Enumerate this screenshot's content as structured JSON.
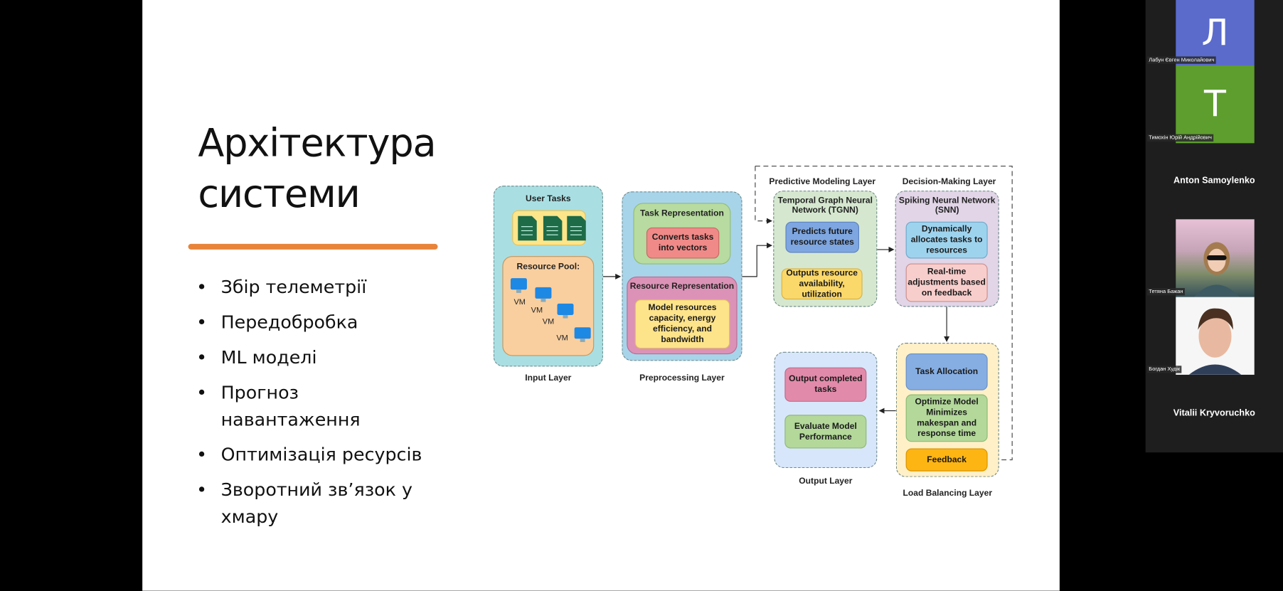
{
  "slide": {
    "title_lines": [
      "Архітектура",
      "системи"
    ],
    "accent_color": "#e8843a",
    "bullets": [
      "Збір телеметрії",
      "Передобробка",
      "ML моделі",
      "Прогноз навантаження",
      "Оптимізація ресурсів",
      "Зворотний зв’язок у хмару"
    ]
  },
  "diagram": {
    "input_layer": {
      "label": "Input Layer",
      "user_tasks": "User Tasks",
      "resource_pool": "Resource Pool:",
      "vm": [
        "VM",
        "VM",
        "VM",
        "VM"
      ]
    },
    "preprocessing_layer": {
      "label": "Preprocessing Layer",
      "task_rep": "Task Representation",
      "task_rep_body": "Converts tasks into vectors",
      "resource_rep": "Resource Representation",
      "resource_rep_body": "Model resources capacity, energy efficiency, and bandwidth"
    },
    "predictive_layer": {
      "label": "Predictive Modeling Layer",
      "model": "Temporal Graph Neural Network (TGNN)",
      "predict": "Predicts future resource states",
      "outputs": "Outputs resource availability, utilization"
    },
    "decision_layer": {
      "label": "Decision-Making Layer",
      "model": "Spiking Neural Network (SNN)",
      "allocate": "Dynamically allocates tasks to resources",
      "adjust": "Real-time adjustments based on feedback"
    },
    "load_balancing_layer": {
      "label": "Load Balancing Layer",
      "task_allocation": "Task Allocation",
      "optimize": "Optimize Model Minimizes makespan and response time",
      "feedback": "Feedback"
    },
    "output_layer": {
      "label": "Output Layer",
      "completed": "Output completed tasks",
      "evaluate": "Evaluate Model Performance"
    }
  },
  "participants": [
    {
      "name": "Лабун Євген Миколайович",
      "initial": "Л",
      "color": "#5a6bcc"
    },
    {
      "name": "Тимохін Юрій Андрійович",
      "initial": "Т",
      "color": "#5e9e2e"
    },
    {
      "name": "Anton Samoylenko"
    },
    {
      "name": "Тетяна Бажан"
    },
    {
      "name": "Богдан Худік"
    },
    {
      "name": "Vitalii Kryvoruchko"
    }
  ]
}
